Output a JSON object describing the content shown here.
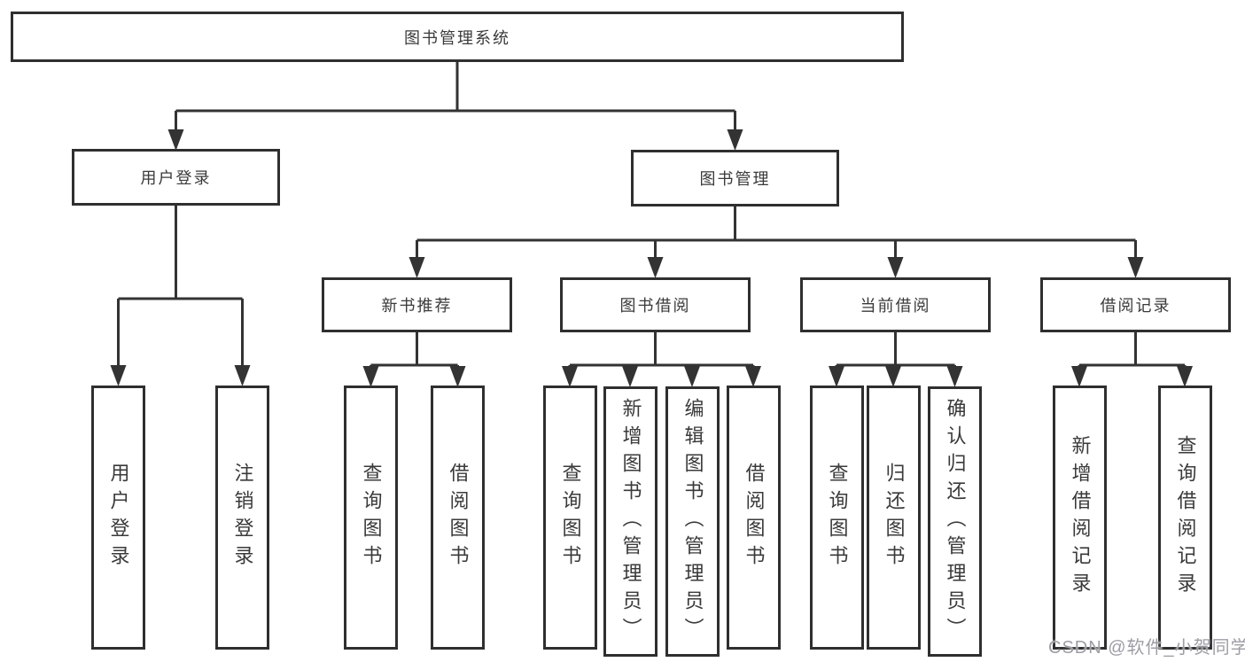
{
  "colors": {
    "line": "#333333",
    "border": "#2f2f2f",
    "fill": "#ffffff",
    "ink": "#3a3a3a",
    "wm": "#9d9da5"
  },
  "tree": {
    "root": {
      "label": "图书管理系统",
      "children": [
        {
          "label": "用户登录",
          "children": [
            {
              "label": "用户登录"
            },
            {
              "label": "注销登录"
            }
          ]
        },
        {
          "label": "图书管理",
          "children": [
            {
              "label": "新书推荐",
              "children": [
                {
                  "label": "查询图书"
                },
                {
                  "label": "借阅图书"
                }
              ]
            },
            {
              "label": "图书借阅",
              "children": [
                {
                  "label": "查询图书"
                },
                {
                  "label": "新增图书（管理员）"
                },
                {
                  "label": "编辑图书（管理员）"
                },
                {
                  "label": "借阅图书"
                }
              ]
            },
            {
              "label": "当前借阅",
              "children": [
                {
                  "label": "查询图书"
                },
                {
                  "label": "归还图书"
                },
                {
                  "label": "确认归还（管理员）"
                }
              ]
            },
            {
              "label": "借阅记录",
              "children": [
                {
                  "label": "新增借阅记录"
                },
                {
                  "label": "查询借阅记录"
                }
              ]
            }
          ]
        }
      ]
    }
  },
  "watermark": {
    "text": "CSDN @软件_小贺同学"
  }
}
